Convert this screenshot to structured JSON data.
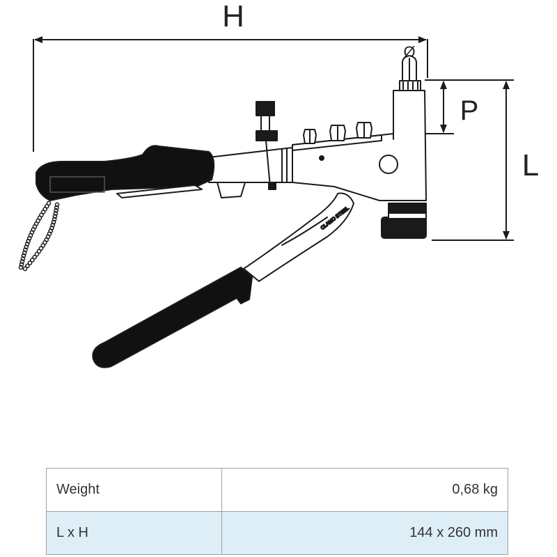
{
  "diagram": {
    "dimension_labels": {
      "h": "H",
      "p": "P",
      "l": "L",
      "diameter": "Ø"
    },
    "tool_stamp": "CLAMO STEEL"
  },
  "specs": {
    "rows": [
      {
        "label": "Weight",
        "value": "0,68 kg"
      },
      {
        "label": "L x H",
        "value": "144 x 260 mm"
      }
    ]
  },
  "colors": {
    "grip": "#111111",
    "outline": "#1a1a1a",
    "table_alt_row": "#ddeef7",
    "table_border": "#9aa0a6"
  }
}
